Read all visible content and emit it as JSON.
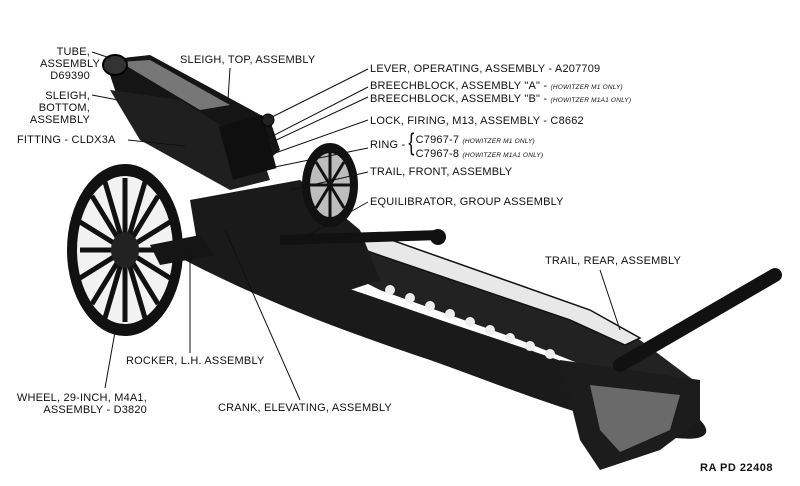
{
  "labels": {
    "tube": [
      "TUBE,",
      "ASSEMBLY",
      "D69390"
    ],
    "sleigh_bottom": [
      "SLEIGH,",
      "BOTTOM,",
      "ASSEMBLY"
    ],
    "fitting": "FITTING - CLDX3A",
    "sleigh_top": "SLEIGH, TOP, ASSEMBLY",
    "lever": "LEVER, OPERATING, ASSEMBLY - A207709",
    "breechblock_a": "BREECHBLOCK, ASSEMBLY \"A\" -",
    "breechblock_a_note": "(HOWITZER M1 ONLY)",
    "breechblock_b": "BREECHBLOCK, ASSEMBLY \"B\" -",
    "breechblock_b_note": "(HOWITZER M1A1 ONLY)",
    "lock": "LOCK, FIRING, M13, ASSEMBLY - C8662",
    "ring": "RING -",
    "ring_1": "C7967-7",
    "ring_1_note": "(HOWITZER M1 ONLY)",
    "ring_2": "C7967-8",
    "ring_2_note": "(HOWITZER M1A1 ONLY)",
    "trail_front": "TRAIL, FRONT, ASSEMBLY",
    "equilibrator": "EQUILIBRATOR, GROUP ASSEMBLY",
    "trail_rear": "TRAIL, REAR, ASSEMBLY",
    "rocker": "ROCKER, L.H. ASSEMBLY",
    "wheel": [
      "WHEEL, 29-INCH, M4A1,",
      "ASSEMBLY - D3820"
    ],
    "crank": "CRANK, ELEVATING, ASSEMBLY"
  },
  "plate_number": "RA PD 22408"
}
